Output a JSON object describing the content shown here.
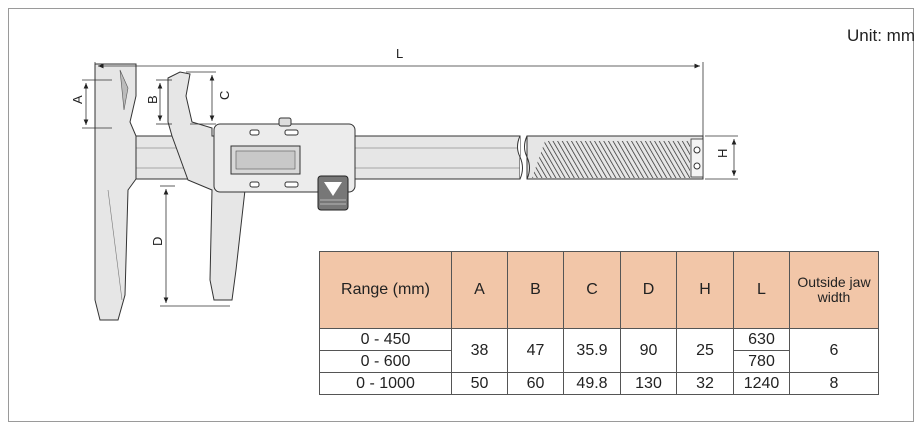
{
  "unit_note": "Unit: mm",
  "dimension_labels": {
    "L": "L",
    "A": "A",
    "B": "B",
    "C": "C",
    "D": "D",
    "H": "H"
  },
  "table": {
    "headers": [
      "Range (mm)",
      "A",
      "B",
      "C",
      "D",
      "H",
      "L",
      "Outside jaw width"
    ],
    "rows": [
      {
        "range": "0 - 450",
        "A": "38",
        "B": "47",
        "C": "35.9",
        "D": "90",
        "H": "25",
        "L": "630",
        "width": "6"
      },
      {
        "range": "0 - 600",
        "L": "780"
      },
      {
        "range": "0 - 1000",
        "A": "50",
        "B": "60",
        "C": "49.8",
        "D": "130",
        "H": "32",
        "L": "1240",
        "width": "8"
      }
    ]
  },
  "colors": {
    "header_fill": "#f2c6a8",
    "body_fill": "#e6e6e6",
    "stroke": "#333333"
  }
}
